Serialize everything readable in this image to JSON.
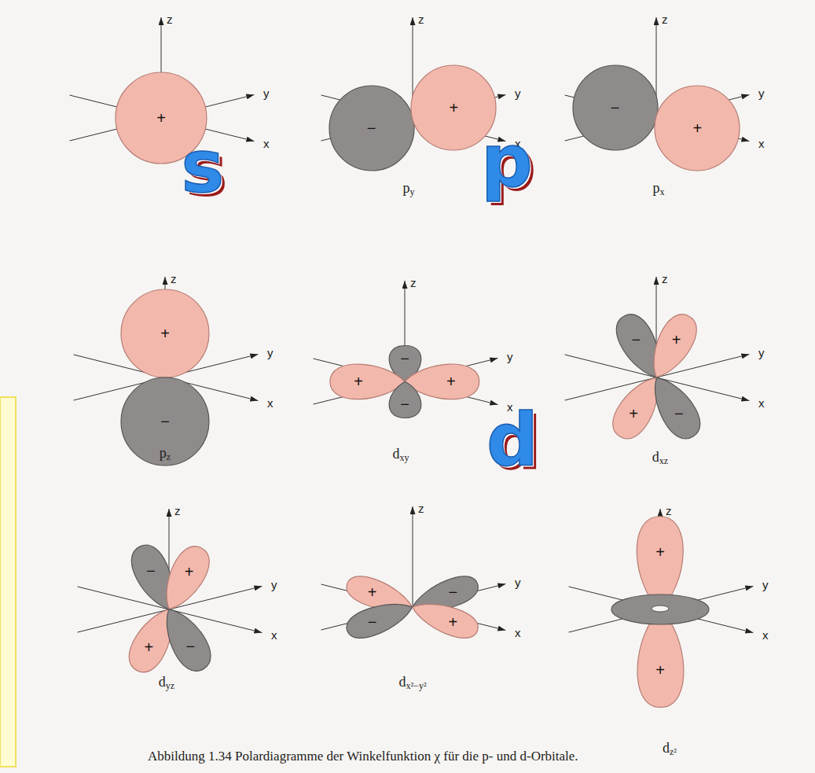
{
  "diagram": {
    "caption": "Abbildung 1.34 Polardiagramme der Winkelfunktion χ für die p- und d-Orbitale.",
    "nodes": [
      {
        "text": [
          "+"
        ]
      },
      {
        "text": [
          "−"
        ]
      },
      {
        "text": [
          "+"
        ]
      },
      {
        "text": [
          "−"
        ]
      },
      {
        "text": [
          "+"
        ]
      },
      {
        "text": [
          "+"
        ]
      },
      {
        "text": [
          "−"
        ]
      },
      {
        "text": [
          "−"
        ]
      },
      {
        "text": [
          "+"
        ]
      },
      {
        "text": [
          "+"
        ]
      },
      {
        "text": [
          "−"
        ]
      },
      {
        "text": [
          "−"
        ]
      },
      {
        "text": [
          "+"
        ]
      },
      {
        "text": [
          "+"
        ]
      },
      {
        "text": [
          "−"
        ]
      },
      {
        "text": [
          "−"
        ]
      },
      {
        "text": [
          "+"
        ]
      },
      {
        "text": [
          "+"
        ]
      },
      {
        "text": [
          "−"
        ]
      },
      {
        "text": [
          "+"
        ]
      },
      {
        "text": [
          "−"
        ]
      },
      {
        "text": [
          "−"
        ]
      },
      {
        "text": [
          "+"
        ]
      },
      {
        "text": [
          "+"
        ]
      },
      {
        "text": [
          "+"
        ]
      }
    ],
    "labels": [
      "z",
      "y",
      "x",
      "s",
      "z",
      "y",
      "x",
      "py",
      "z",
      "y",
      "x",
      "px",
      "p",
      "z",
      "y",
      "x",
      "pz",
      "z",
      "y",
      "x",
      "dxy",
      "z",
      "y",
      "x",
      "dxz",
      "d",
      "z",
      "y",
      "x",
      "dyz",
      "z",
      "y",
      "x",
      "dx²−y²",
      "z",
      "y",
      "x",
      "dz²"
    ]
  }
}
